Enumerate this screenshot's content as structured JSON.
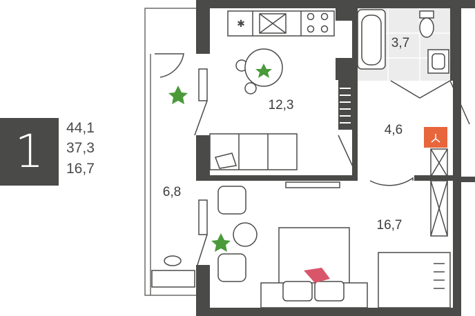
{
  "unit": {
    "rooms": "1",
    "areas": {
      "total": "44,1",
      "living": "37,3",
      "kitchen": "16,7"
    }
  },
  "rooms": {
    "kitchen": "12,3",
    "bathroom": "3,7",
    "hall": "4,6",
    "balcony": "6,8",
    "bedroom": "16,7"
  },
  "colors": {
    "wall": "#4a4a48",
    "badge": "#4a4a48",
    "accent": "#e8663c",
    "pillow": "#d9566a",
    "tile": "#ececec",
    "plant": "#4a9a3a"
  }
}
